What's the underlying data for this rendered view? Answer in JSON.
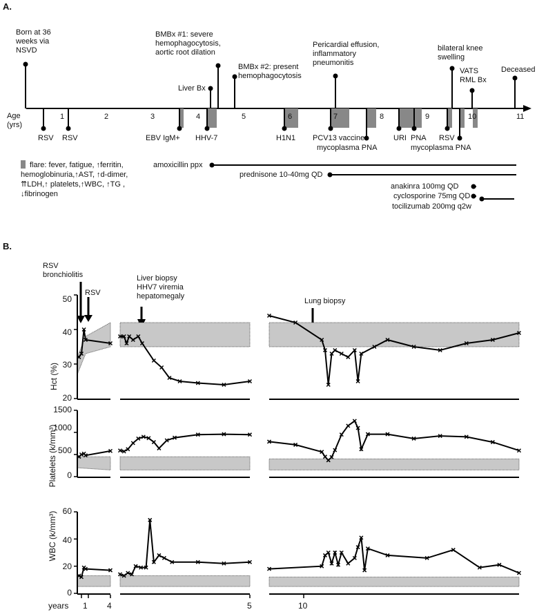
{
  "panel_a": {
    "label": "A.",
    "axis_label": [
      "Age",
      "(yrs)"
    ],
    "ticks": [
      "1",
      "2",
      "3",
      "4",
      "5",
      "6",
      "7",
      "8",
      "9",
      "10",
      "11"
    ],
    "events_above": [
      {
        "lines": [
          "Born at 36",
          "weeks via",
          "NSVD"
        ]
      },
      {
        "lines": [
          "Liver Bx"
        ]
      },
      {
        "lines": [
          "BMBx #1: severe",
          "hemophagocytosis,",
          "aortic root dilation"
        ]
      },
      {
        "lines": [
          "BMBx #2: present",
          "hemophagocytosis"
        ]
      },
      {
        "lines": [
          "Pericardial effusion,",
          "inflammatory",
          "pneumonitis"
        ]
      },
      {
        "lines": [
          "bilateral knee",
          "swelling"
        ]
      },
      {
        "lines": [
          "VATS",
          "RML Bx"
        ]
      },
      {
        "lines": [
          "Deceased"
        ]
      }
    ],
    "events_below": [
      "RSV",
      "RSV",
      "EBV IgM+",
      "HHV-7",
      "H1N1",
      "PCV13 vaccine",
      "mycoplasma PNA",
      "URI",
      "PNA",
      "RSV",
      "mycoplasma PNA"
    ],
    "legend_lines": [
      "flare: fever, fatigue, ↑ferritin,",
      "hemoglobinuria,↑AST, ↑d-dimer,",
      "⇈LDH,↑ platelets,↑WBC, ↑TG ,",
      "↓fibrinogen"
    ],
    "medications": [
      "amoxicillin ppx",
      "prednisone 10-40mg QD",
      "anakinra 100mg QD",
      "cyclosporine 75mg QD",
      "tocilizumab 200mg q2w"
    ],
    "flare_color": "#888888"
  },
  "panel_b": {
    "label": "B.",
    "annotations": {
      "rsv_bronchiolitis": [
        "RSV",
        "bronchiolitis"
      ],
      "rsv": "RSV",
      "liver": [
        "Liver biopsy",
        "HHV7 viremia",
        "hepatomegaly"
      ],
      "lung": "Lung biopsy"
    },
    "x_label": "years",
    "x_ticks": [
      "1",
      "4",
      "5",
      "10"
    ],
    "panels": [
      {
        "ylabel": "Hct (%)",
        "yticks": [
          "20",
          "30",
          "40",
          "50"
        ]
      },
      {
        "ylabel": "Platelets (k/mm³)",
        "yticks": [
          "0",
          "500",
          "1000",
          "1500"
        ]
      },
      {
        "ylabel": "WBC (k/mm³)",
        "yticks": [
          "0",
          "20",
          "40",
          "60"
        ]
      }
    ],
    "ref_fill": "#c8c8c8"
  },
  "chart_data": [
    {
      "type": "line",
      "ylabel": "Hct (%)",
      "ylim": [
        20,
        50
      ],
      "series": [
        {
          "values_seg1": [
            [
              0.2,
              32
            ],
            [
              0.5,
              33
            ],
            [
              0.8,
              40
            ],
            [
              1.0,
              37
            ],
            [
              4.0,
              36
            ]
          ]
        },
        {
          "values_seg2": [
            [
              4.0,
              38
            ],
            [
              4.15,
              38
            ],
            [
              4.25,
              36
            ],
            [
              4.35,
              38
            ],
            [
              4.5,
              37
            ],
            [
              4.7,
              38
            ],
            [
              4.85,
              36
            ],
            [
              5.3,
              31
            ],
            [
              5.6,
              29
            ],
            [
              5.9,
              26
            ],
            [
              6.3,
              25
            ],
            [
              7.0,
              24.5
            ],
            [
              8.0,
              24
            ],
            [
              9.0,
              25
            ]
          ]
        },
        {
          "values_seg3": [
            [
              9.0,
              44
            ],
            [
              9.4,
              42
            ],
            [
              9.8,
              37
            ],
            [
              9.85,
              34
            ],
            [
              9.9,
              24
            ],
            [
              9.95,
              33
            ],
            [
              10.0,
              34
            ],
            [
              10.1,
              33
            ],
            [
              10.2,
              32
            ],
            [
              10.3,
              34
            ],
            [
              10.35,
              25
            ],
            [
              10.4,
              33
            ],
            [
              10.6,
              35
            ],
            [
              10.8,
              37
            ],
            [
              11.2,
              35
            ],
            [
              11.6,
              34
            ],
            [
              12.0,
              36
            ],
            [
              12.4,
              37
            ],
            [
              12.8,
              39
            ]
          ]
        }
      ]
    },
    {
      "type": "line",
      "ylabel": "Platelets (k/mm³)",
      "ylim": [
        0,
        1500
      ],
      "series": [
        {
          "values_seg1": [
            [
              0.2,
              450
            ],
            [
              0.5,
              500
            ],
            [
              0.8,
              520
            ],
            [
              1.0,
              480
            ],
            [
              4.0,
              580
            ]
          ]
        },
        {
          "values_seg2": [
            [
              4.0,
              590
            ],
            [
              4.15,
              570
            ],
            [
              4.3,
              620
            ],
            [
              4.5,
              760
            ],
            [
              4.7,
              860
            ],
            [
              4.9,
              900
            ],
            [
              5.1,
              870
            ],
            [
              5.3,
              780
            ],
            [
              5.5,
              640
            ],
            [
              5.8,
              820
            ],
            [
              6.1,
              880
            ],
            [
              7.0,
              950
            ],
            [
              8.0,
              960
            ],
            [
              9.0,
              950
            ]
          ]
        },
        {
          "values_seg3": [
            [
              9.0,
              790
            ],
            [
              9.4,
              720
            ],
            [
              9.8,
              560
            ],
            [
              9.85,
              450
            ],
            [
              9.9,
              370
            ],
            [
              9.95,
              440
            ],
            [
              10.0,
              600
            ],
            [
              10.1,
              950
            ],
            [
              10.2,
              1150
            ],
            [
              10.3,
              1260
            ],
            [
              10.35,
              1100
            ],
            [
              10.4,
              620
            ],
            [
              10.5,
              960
            ],
            [
              10.8,
              960
            ],
            [
              11.2,
              860
            ],
            [
              11.6,
              920
            ],
            [
              12.0,
              900
            ],
            [
              12.4,
              780
            ],
            [
              12.8,
              590
            ]
          ]
        }
      ]
    },
    {
      "type": "line",
      "ylabel": "WBC (k/mm³)",
      "ylim": [
        0,
        60
      ],
      "series": [
        {
          "values_seg1": [
            [
              0.2,
              13
            ],
            [
              0.5,
              12
            ],
            [
              0.8,
              19
            ],
            [
              1.0,
              18
            ],
            [
              4.0,
              17
            ]
          ]
        },
        {
          "values_seg2": [
            [
              4.0,
              14
            ],
            [
              4.15,
              13
            ],
            [
              4.3,
              15
            ],
            [
              4.45,
              14
            ],
            [
              4.6,
              20
            ],
            [
              4.8,
              19
            ],
            [
              5.0,
              19
            ],
            [
              5.15,
              54
            ],
            [
              5.3,
              23
            ],
            [
              5.5,
              28
            ],
            [
              5.7,
              26
            ],
            [
              6.0,
              23
            ],
            [
              7.0,
              23
            ],
            [
              8.0,
              22
            ],
            [
              9.0,
              23
            ]
          ]
        },
        {
          "values_seg3": [
            [
              9.0,
              18
            ],
            [
              9.8,
              20
            ],
            [
              9.85,
              28
            ],
            [
              9.9,
              30
            ],
            [
              9.95,
              22
            ],
            [
              10.0,
              30
            ],
            [
              10.05,
              21
            ],
            [
              10.1,
              30
            ],
            [
              10.2,
              22
            ],
            [
              10.3,
              26
            ],
            [
              10.35,
              34
            ],
            [
              10.4,
              41
            ],
            [
              10.45,
              17
            ],
            [
              10.5,
              33
            ],
            [
              10.8,
              28
            ],
            [
              11.4,
              26
            ],
            [
              11.8,
              32
            ],
            [
              12.2,
              19
            ],
            [
              12.5,
              21
            ],
            [
              12.8,
              15
            ]
          ]
        }
      ]
    }
  ]
}
